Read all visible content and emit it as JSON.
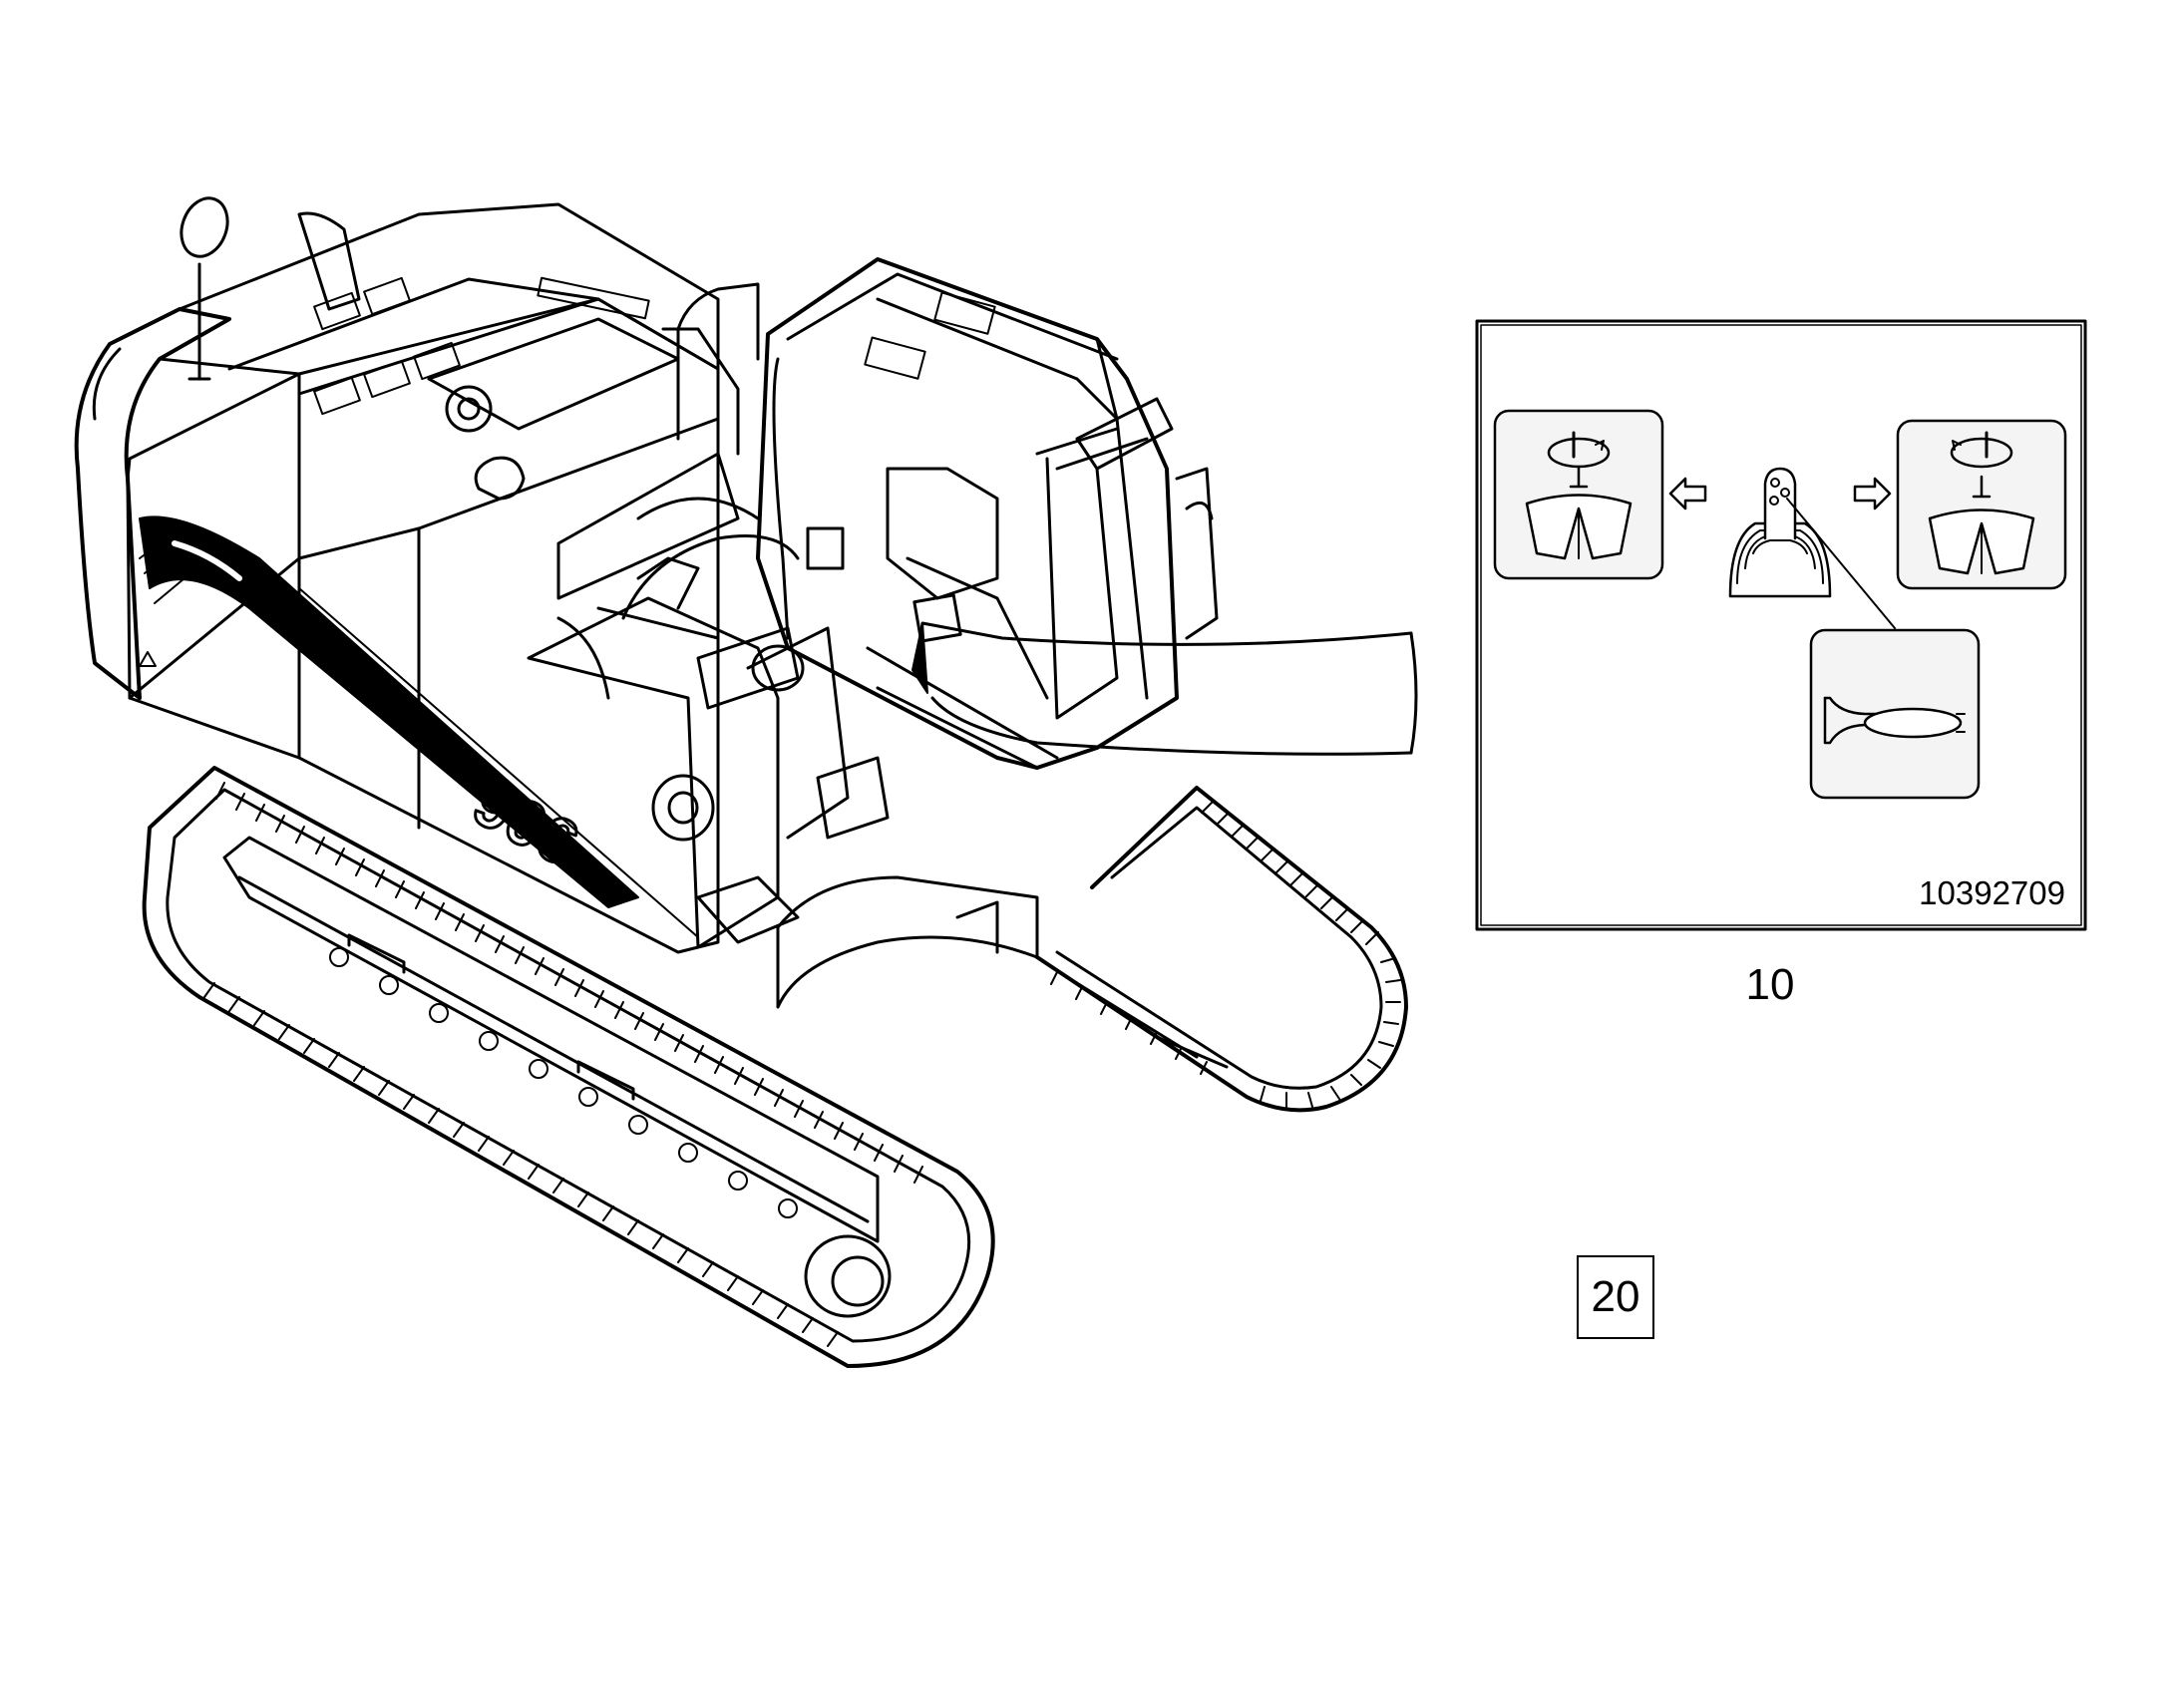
{
  "machine": {
    "model_text": "906"
  },
  "decal": {
    "reference_number": "10392709",
    "position_label": "10"
  },
  "boxed_label": "20",
  "colors": {
    "line": "#000000",
    "background": "#ffffff",
    "panel_fill": "#f4f4f4"
  },
  "icons": {
    "left": "rotate-left-bucket-icon",
    "right": "rotate-right-bucket-icon",
    "joystick": "joystick-icon",
    "horn": "horn-icon",
    "arrow_left": "arrow-left-icon",
    "arrow_right": "arrow-right-icon"
  }
}
